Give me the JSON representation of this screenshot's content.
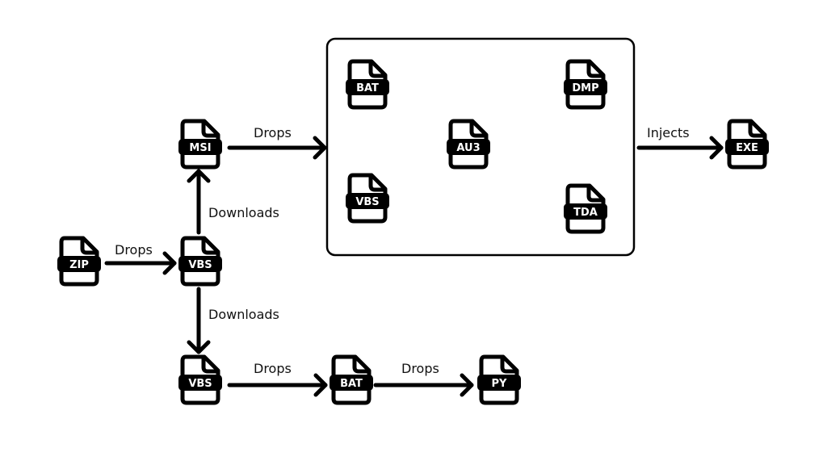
{
  "colors": {
    "stroke": "#000000",
    "background": "#ffffff",
    "label_text": "#ffffff"
  },
  "nodes": {
    "zip": {
      "label": "ZIP",
      "icon": "file-icon"
    },
    "vbs_main": {
      "label": "VBS",
      "icon": "file-icon"
    },
    "msi": {
      "label": "MSI",
      "icon": "file-icon"
    },
    "vbs_lower": {
      "label": "VBS",
      "icon": "file-icon"
    },
    "bat_lower": {
      "label": "BAT",
      "icon": "file-icon"
    },
    "py": {
      "label": "PY",
      "icon": "file-icon"
    },
    "box_bat": {
      "label": "BAT",
      "icon": "file-icon"
    },
    "box_dmp": {
      "label": "DMP",
      "icon": "file-icon"
    },
    "box_au3": {
      "label": "AU3",
      "icon": "file-icon"
    },
    "box_vbs": {
      "label": "VBS",
      "icon": "file-icon"
    },
    "box_tda": {
      "label": "TDA",
      "icon": "file-icon"
    },
    "exe": {
      "label": "EXE",
      "icon": "file-icon"
    }
  },
  "edges": [
    {
      "from": "zip",
      "to": "vbs_main",
      "label": "Drops"
    },
    {
      "from": "vbs_main",
      "to": "msi",
      "label": "Downloads"
    },
    {
      "from": "vbs_main",
      "to": "vbs_lower",
      "label": "Downloads"
    },
    {
      "from": "msi",
      "to": "group",
      "label": "Drops"
    },
    {
      "from": "group",
      "to": "exe",
      "label": "Injects"
    },
    {
      "from": "vbs_lower",
      "to": "bat_lower",
      "label": "Drops"
    },
    {
      "from": "bat_lower",
      "to": "py",
      "label": "Drops"
    }
  ]
}
